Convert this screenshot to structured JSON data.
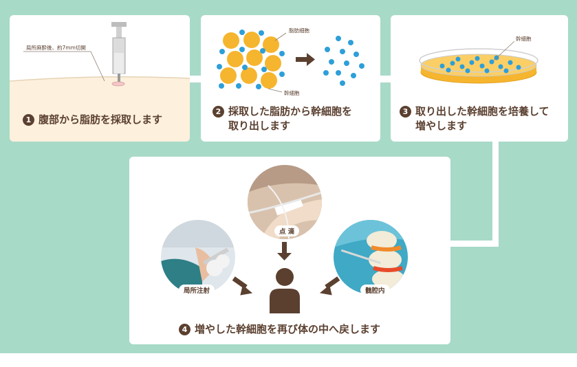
{
  "colors": {
    "background": "#a8dac8",
    "card": "#ffffff",
    "skin": "#fdf0dc",
    "fat_cell": "#f6b52e",
    "stem_cell": "#2e9fd8",
    "text": "#5b4030"
  },
  "step1": {
    "number": "1",
    "caption": "腹部から脂肪を採取します",
    "annotation": "局所麻酔後、約7mm切開"
  },
  "step2": {
    "number": "2",
    "caption_line1": "採取した脂肪から幹細胞を",
    "caption_line2": "取り出します",
    "label_fat": "脂肪細胞",
    "label_stem": "幹細胞"
  },
  "step3": {
    "number": "3",
    "caption_line1": "取り出した幹細胞を培養して",
    "caption_line2": "増やします",
    "label_stem": "幹細胞"
  },
  "step4": {
    "number": "4",
    "caption": "増やした幹細胞を再び体の中へ戻します",
    "routes": {
      "local": "局所注射",
      "drip": "点 滴",
      "intrathecal": "髄腔内"
    }
  }
}
